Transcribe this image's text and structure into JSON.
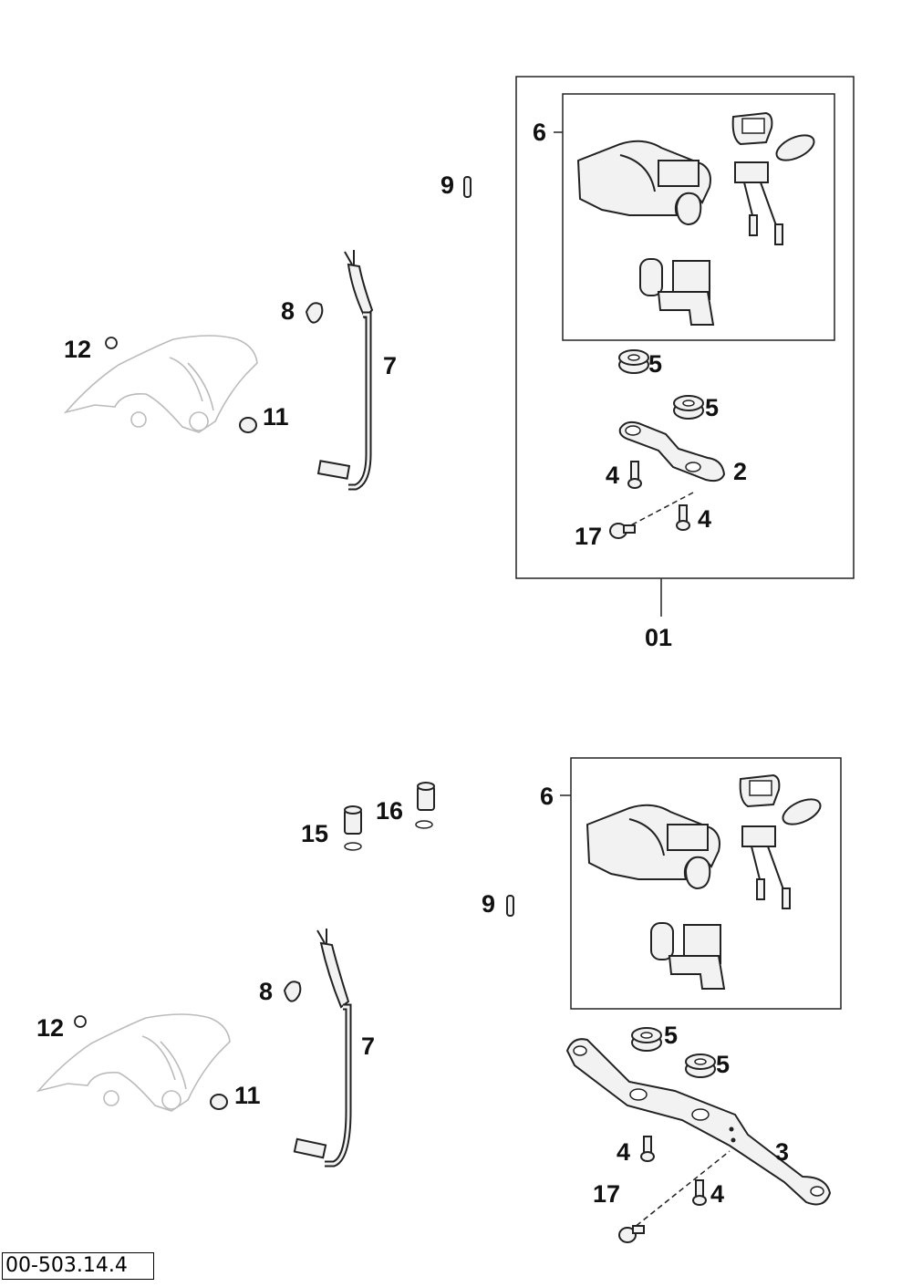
{
  "drawing_code": "00-503.14.4",
  "upper_group": {
    "assembly_label": "01",
    "callouts": {
      "c6": "6",
      "c9": "9",
      "c8": "8",
      "c7": "7",
      "c12": "12",
      "c11": "11",
      "c5a": "5",
      "c5b": "5",
      "c4a": "4",
      "c2": "2",
      "c17": "17",
      "c4b": "4"
    }
  },
  "lower_group": {
    "callouts": {
      "c6": "6",
      "c15": "15",
      "c16": "16",
      "c9": "9",
      "c8": "8",
      "c7": "7",
      "c12": "12",
      "c11": "11",
      "c5a": "5",
      "c5b": "5",
      "c3": "3",
      "c4a": "4",
      "c17": "17",
      "c4b": "4"
    }
  }
}
